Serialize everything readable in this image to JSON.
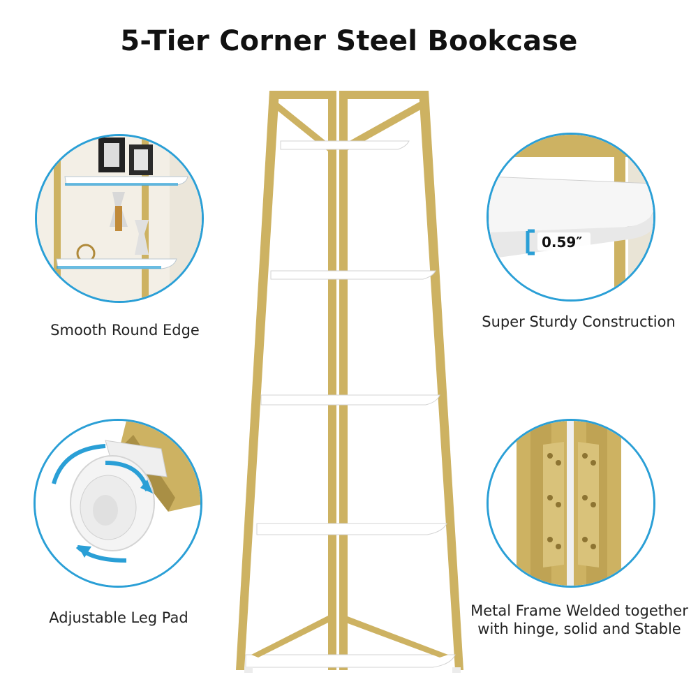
{
  "title": "5-Tier Corner Steel Bookcase",
  "features": [
    {
      "caption": "Smooth Round Edge",
      "icon": "shelf-edge-closeup"
    },
    {
      "caption": "Super Sturdy Construction",
      "icon": "board-thickness-closeup",
      "dimension_label": "0.59″"
    },
    {
      "caption": "Adjustable Leg Pad",
      "icon": "leg-pad-closeup"
    },
    {
      "caption_line1": "Metal Frame Welded together",
      "caption_line2": "with hinge, solid and Stable",
      "icon": "hinge-closeup"
    }
  ],
  "product": {
    "tiers": 5,
    "frame_color": "#cdb262",
    "shelf_color": "#ffffff"
  },
  "colors": {
    "accent": "#2a9fd6",
    "gold": "#cdb262",
    "gold_dark": "#a98f45"
  }
}
